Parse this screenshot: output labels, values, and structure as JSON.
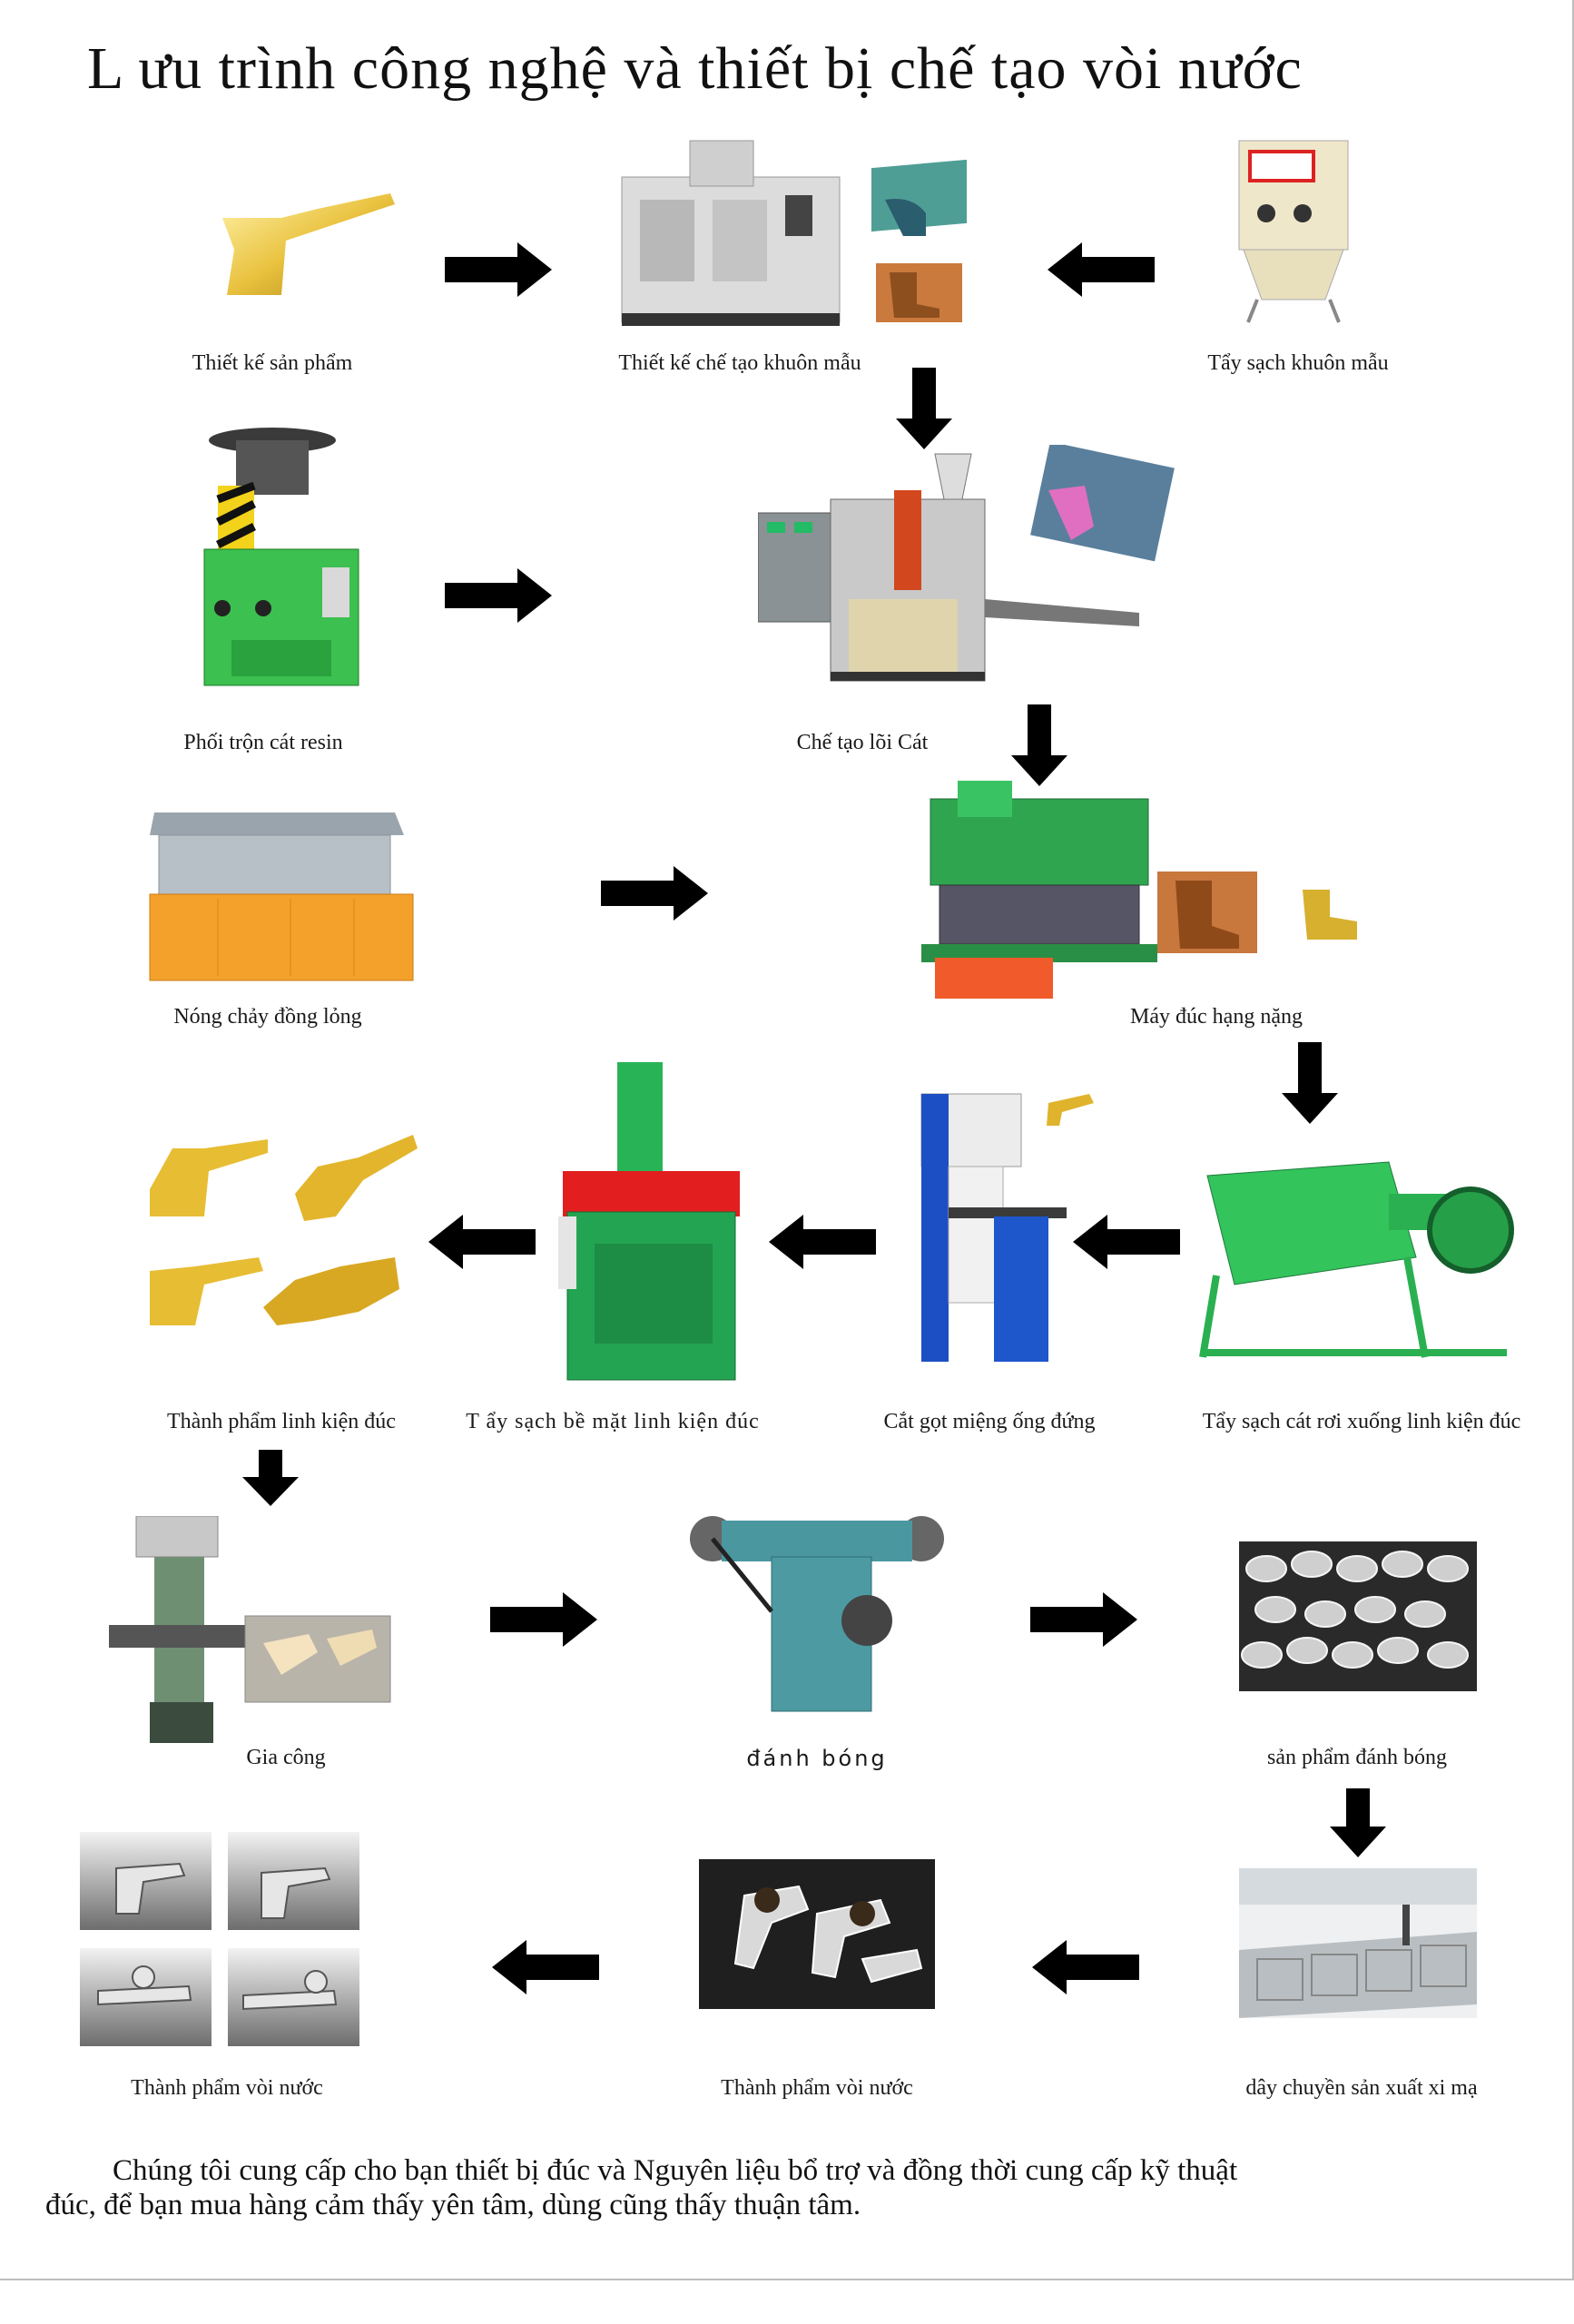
{
  "title": "L ưu trình công nghệ  và  thiết bị  chế  tạo vòi nước",
  "steps": [
    {
      "label": "Thiết kế  sản phẩm",
      "icon": "faucet-design-icon"
    },
    {
      "label": "Thiết kế  chế  tạo khuôn mẫu",
      "icon": "cnc-machine-icon"
    },
    {
      "label": "Tẩy sạch khuôn mẫu",
      "icon": "sandblaster-icon"
    },
    {
      "label": "Phối trộn cát resin",
      "icon": "sand-mixer-icon"
    },
    {
      "label": "Chế  tạo lõi Cát",
      "icon": "core-shooter-icon"
    },
    {
      "label": "Nóng chảy  đồng lỏng",
      "icon": "melting-furnace-icon"
    },
    {
      "label": "Máy đúc hạng nặng",
      "icon": "casting-machine-icon"
    },
    {
      "label": "Tẩy sạch cát rơi xuống linh kiện đúc",
      "icon": "drum-cleaner-icon"
    },
    {
      "label": "Cắt gọt miệng ống đứng",
      "icon": "band-saw-icon"
    },
    {
      "label": "T ẩy sạch bề  mặt linh  kiện đúc",
      "icon": "shot-blaster-icon"
    },
    {
      "label": "Thành phẩm linh kiện đúc",
      "icon": "cast-parts-icon"
    },
    {
      "label": "Gia công",
      "icon": "milling-machine-icon"
    },
    {
      "label": "đánh bóng",
      "icon": "polishing-machine-icon"
    },
    {
      "label": "sản phẩm đánh bóng",
      "icon": "polished-parts-icon"
    },
    {
      "label": "dây chuyền sản xuất xi mạ",
      "icon": "plating-line-icon"
    },
    {
      "label": "Thành phẩm vòi nước",
      "icon": "plated-faucet-icon"
    },
    {
      "label": "Thành phẩm vòi nước",
      "icon": "finished-faucets-icon"
    }
  ],
  "footer": {
    "line1": "Chúng tôi cung cấp cho bạn thiết bị  đúc và  Nguyên liệu bổ  trợ  và  đồng thời cung cấp kỹ  thuật",
    "line2": "đúc, để  bạn mua hàng cảm thấy yên tâm, dùng cũng thấy thuận tâm."
  },
  "colors": {
    "arrow": "#000000",
    "machine_green": "#2fb54a",
    "brass": "#e0b23a",
    "copper": "#c9834a"
  }
}
